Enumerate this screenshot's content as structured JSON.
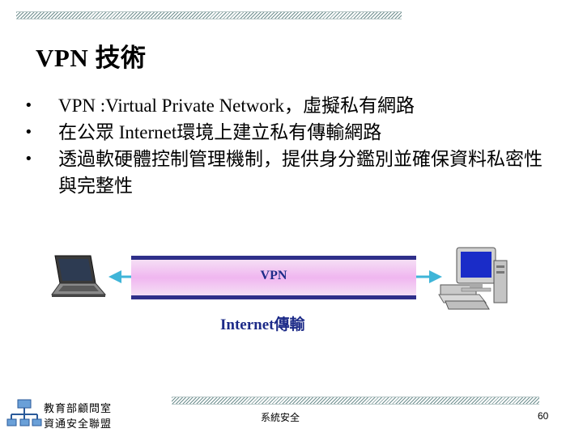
{
  "slide": {
    "title": "VPN 技術",
    "bullets": [
      "VPN :Virtual Private Network，虛擬私有網路",
      "在公眾 Internet環境上建立私有傳輸網路",
      "透過軟硬體控制管理機制，提供身分鑑別並確保資料私密性與完整性"
    ]
  },
  "diagram": {
    "tunnel_label": "VPN",
    "network_label": "Internet傳輸",
    "icons": [
      "laptop-icon",
      "desktop-computer-icon",
      "double-arrow-icon"
    ],
    "colors": {
      "tunnel": "#f0b6f0",
      "tunnel_edge": "#2f2f8a",
      "arrow": "#3fb5d8",
      "label": "#1d2b88"
    }
  },
  "footer": {
    "org_line1": "教育部顧問室",
    "org_line2": "資通安全聯盟",
    "center": "系統安全",
    "page": "60"
  }
}
